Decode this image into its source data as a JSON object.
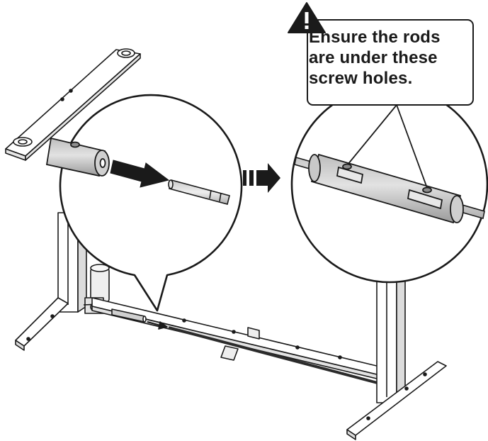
{
  "warning": {
    "icon": "warning-triangle-icon",
    "lines": [
      "Ensure the rods",
      "are under these",
      "screw holes."
    ]
  },
  "colors": {
    "line": "#1a1a1a",
    "metal": "#d7d7d7",
    "metal_dark": "#8f8f8f",
    "background": "#ffffff"
  }
}
